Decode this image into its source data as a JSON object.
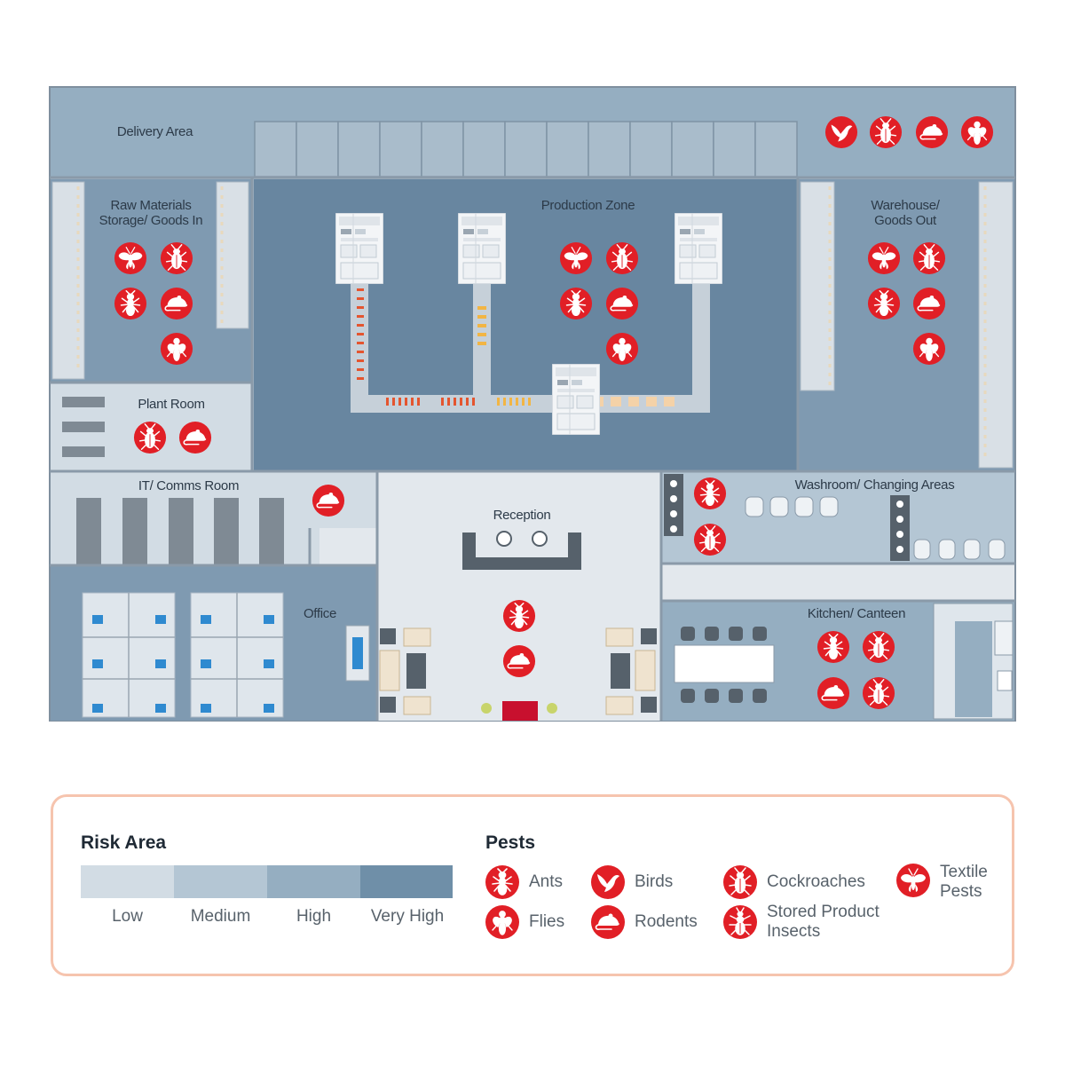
{
  "rooms": {
    "delivery": "Delivery Area",
    "raw_materials": "Raw Materials\nStorage/ Goods In",
    "production": "Production Zone",
    "warehouse": "Warehouse/\nGoods Out",
    "plant_room": "Plant Room",
    "it_comms": "IT/ Comms Room",
    "reception": "Reception",
    "washroom": "Washroom/ Changing Areas",
    "office": "Office",
    "kitchen": "Kitchen/ Canteen"
  },
  "room_risk": {
    "delivery": "High",
    "raw_materials": "Very High",
    "production": "Very High",
    "warehouse": "Very High",
    "plant_room": "Medium",
    "it_comms": "Medium",
    "reception": "Low",
    "washroom": "Medium",
    "office": "Very High",
    "kitchen": "High"
  },
  "room_pests": {
    "delivery": [
      "birds",
      "cockroaches",
      "rodents",
      "flies"
    ],
    "raw_materials": [
      "textile",
      "cockroaches",
      "ants",
      "rodents",
      "flies"
    ],
    "production": [
      "textile",
      "cockroaches",
      "ants",
      "rodents",
      "flies"
    ],
    "warehouse": [
      "textile",
      "cockroaches",
      "ants",
      "rodents",
      "flies"
    ],
    "plant_room": [
      "cockroaches",
      "rodents"
    ],
    "it_comms": [
      "rodents"
    ],
    "washroom": [
      "ants",
      "cockroaches"
    ],
    "reception": [
      "ants",
      "rodents"
    ],
    "kitchen": [
      "ants",
      "cockroaches",
      "rodents",
      "cockroaches"
    ]
  },
  "legend": {
    "risk_title": "Risk Area",
    "risk_levels": [
      {
        "label": "Low",
        "color": "#d2dce4"
      },
      {
        "label": "Medium",
        "color": "#b4c6d4"
      },
      {
        "label": "High",
        "color": "#95aec1"
      },
      {
        "label": "Very High",
        "color": "#6f8fa8"
      }
    ],
    "pests_title": "Pests",
    "pests": [
      {
        "key": "ants",
        "label": "Ants",
        "icon": "ant-icon"
      },
      {
        "key": "birds",
        "label": "Birds",
        "icon": "bird-icon"
      },
      {
        "key": "cockroaches",
        "label": "Cockroaches",
        "icon": "cockroach-icon"
      },
      {
        "key": "textile",
        "label": "Textile\nPests",
        "icon": "moth-icon"
      },
      {
        "key": "flies",
        "label": "Flies",
        "icon": "fly-icon"
      },
      {
        "key": "rodents",
        "label": "Rodents",
        "icon": "rodent-icon"
      },
      {
        "key": "stored",
        "label": "Stored Product\nInsects",
        "icon": "beetle-icon"
      }
    ]
  },
  "colors": {
    "pest_red": "#e11f26",
    "wall": "#8a9aa9",
    "corridor": "#e3e8ed",
    "legend_border": "#f6c4ae"
  }
}
